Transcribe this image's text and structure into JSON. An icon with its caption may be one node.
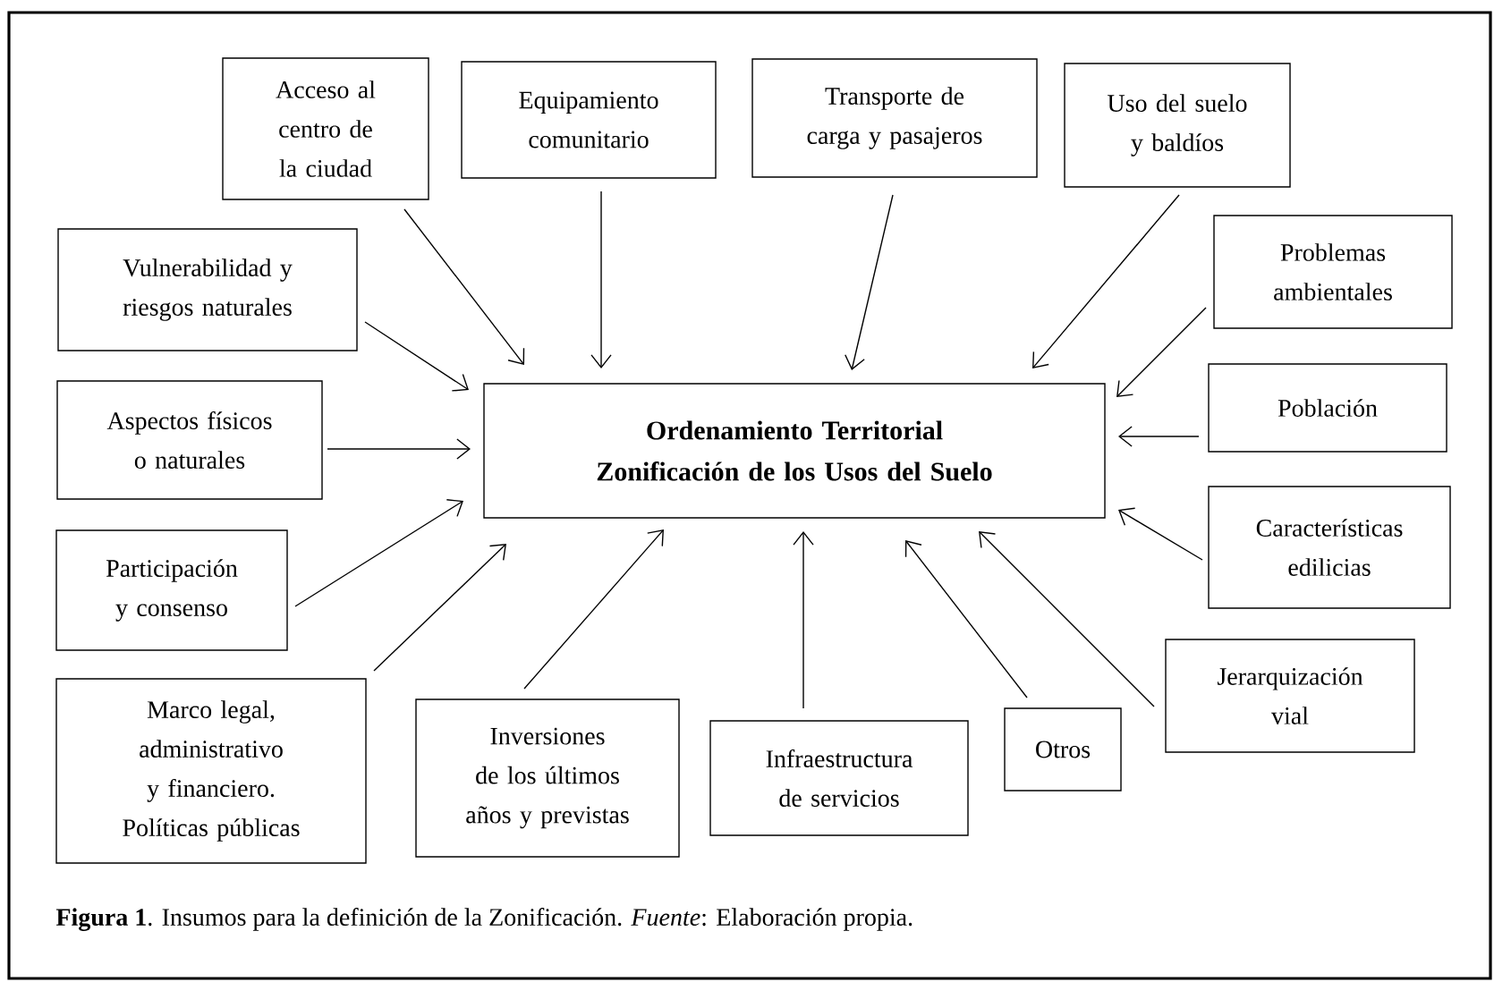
{
  "diagram": {
    "caption": "**Figura 1**. Insumos para la definición de la Zonificación. *Fuente*: Elaboración propia.",
    "nodes": [
      {
        "text": [
          "Ordenamiento Territorial",
          "Zonificación de los Usos del Suelo"
        ]
      },
      {
        "text": [
          "Acceso al centro de la ciudad"
        ]
      },
      {
        "text": [
          "Equipamiento comunitario"
        ]
      },
      {
        "text": [
          "Transporte de carga y pasajeros"
        ]
      },
      {
        "text": [
          "Uso del suelo y baldíos"
        ]
      },
      {
        "text": [
          "Vulnerabilidad y riesgos naturales"
        ]
      },
      {
        "text": [
          "Problemas ambientales"
        ]
      },
      {
        "text": [
          "Aspectos físicos o naturales"
        ]
      },
      {
        "text": [
          "Población"
        ]
      },
      {
        "text": [
          "Participación y consenso"
        ]
      },
      {
        "text": [
          "Características edilicias"
        ]
      },
      {
        "text": [
          "Marco legal, administrativo y financiero. Políticas públicas"
        ]
      },
      {
        "text": [
          "Inversiones de los últimos años y previstas"
        ]
      },
      {
        "text": [
          "Infraestructura de servicios"
        ]
      },
      {
        "text": [
          "Otros"
        ]
      },
      {
        "text": [
          "Jerarquización vial"
        ]
      }
    ],
    "edges": [
      {
        "from": 1,
        "to": 0,
        "arrow": "to"
      },
      {
        "from": 2,
        "to": 0,
        "arrow": "to"
      },
      {
        "from": 3,
        "to": 0,
        "arrow": "to"
      },
      {
        "from": 4,
        "to": 0,
        "arrow": "to"
      },
      {
        "from": 5,
        "to": 0,
        "arrow": "to"
      },
      {
        "from": 6,
        "to": 0,
        "arrow": "to"
      },
      {
        "from": 7,
        "to": 0,
        "arrow": "to"
      },
      {
        "from": 8,
        "to": 0,
        "arrow": "to"
      },
      {
        "from": 9,
        "to": 0,
        "arrow": "to"
      },
      {
        "from": 10,
        "to": 0,
        "arrow": "to"
      },
      {
        "from": 11,
        "to": 0,
        "arrow": "to"
      },
      {
        "from": 12,
        "to": 0,
        "arrow": "to"
      },
      {
        "from": 13,
        "to": 0,
        "arrow": "to"
      },
      {
        "from": 14,
        "to": 0,
        "arrow": "to"
      },
      {
        "from": 15,
        "to": 0,
        "arrow": "to"
      }
    ]
  }
}
